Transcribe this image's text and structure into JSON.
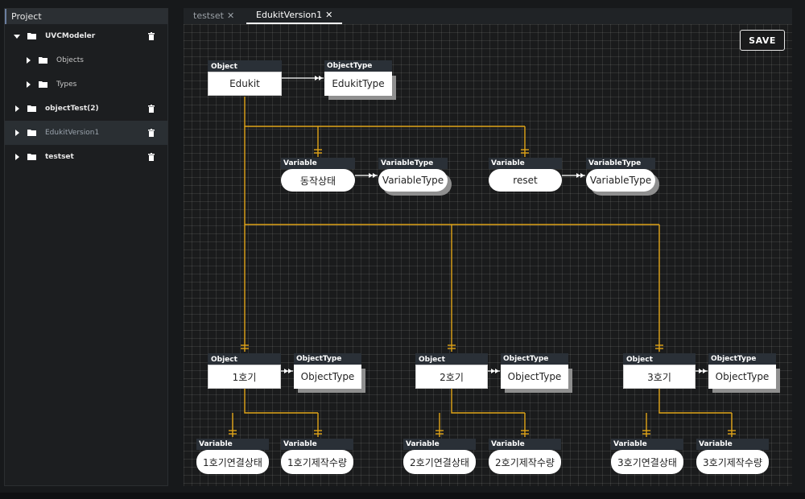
{
  "sidebar": {
    "title": "Project",
    "items": [
      {
        "label": "UVCModeler"
      },
      {
        "label": "Objects"
      },
      {
        "label": "Types"
      },
      {
        "label": "objectTest(2)"
      },
      {
        "label": "EdukitVersion1"
      },
      {
        "label": "testset"
      }
    ]
  },
  "tabs": [
    {
      "label": "testset",
      "close": "✕"
    },
    {
      "label": "EdukitVersion1",
      "close": "✕"
    }
  ],
  "canvas": {
    "save_label": "SAVE"
  },
  "nodes": {
    "edukit": {
      "header": "Object",
      "label": "Edukit"
    },
    "edukit_type": {
      "header": "ObjectType",
      "label": "EdukitType"
    },
    "var1": {
      "header": "Variable",
      "label": "동작상태"
    },
    "var1_type": {
      "header": "VariableType",
      "label": "VariableType"
    },
    "var2": {
      "header": "Variable",
      "label": "reset"
    },
    "var2_type": {
      "header": "VariableType",
      "label": "VariableType"
    },
    "obj1": {
      "header": "Object",
      "label": "1호기"
    },
    "obj1_type": {
      "header": "ObjectType",
      "label": "ObjectType"
    },
    "obj2": {
      "header": "Object",
      "label": "2호기"
    },
    "obj2_type": {
      "header": "ObjectType",
      "label": "ObjectType"
    },
    "obj3": {
      "header": "Object",
      "label": "3호기"
    },
    "obj3_type": {
      "header": "ObjectType",
      "label": "ObjectType"
    },
    "v1a": {
      "header": "Variable",
      "label": "1호기연결상태"
    },
    "v1b": {
      "header": "Variable",
      "label": "1호기제작수량"
    },
    "v2a": {
      "header": "Variable",
      "label": "2호기연결상태"
    },
    "v2b": {
      "header": "Variable",
      "label": "2호기제작수량"
    },
    "v3a": {
      "header": "Variable",
      "label": "3호기연결상태"
    },
    "v3b": {
      "header": "Variable",
      "label": "3호기제작수량"
    }
  },
  "colors": {
    "connector": "#e0a418",
    "arrow": "#ffffff"
  }
}
